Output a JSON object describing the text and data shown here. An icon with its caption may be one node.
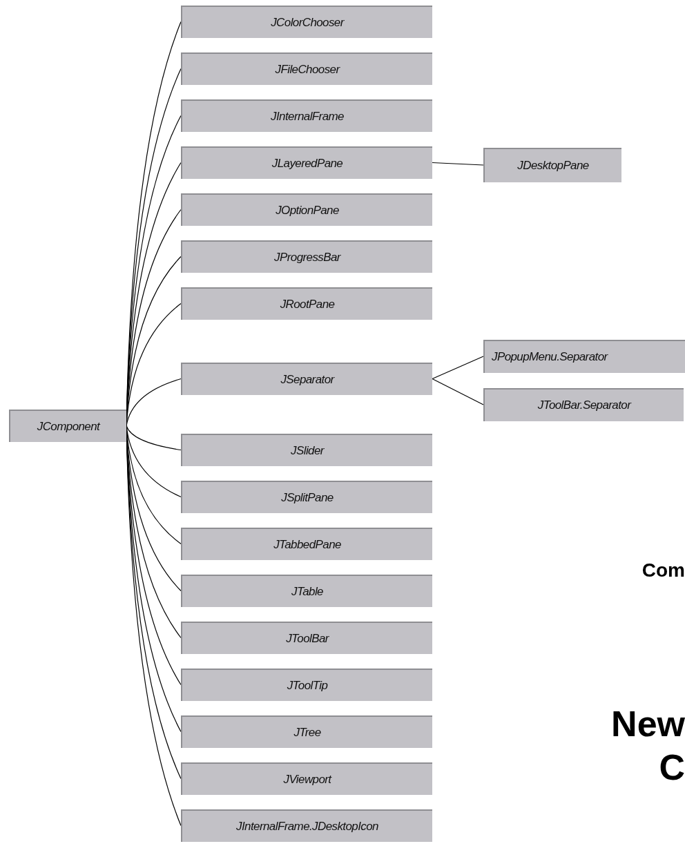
{
  "diagram": {
    "nodes": [
      {
        "text": [
          "JComponent"
        ]
      },
      {
        "text": [
          "JColorChooser"
        ]
      },
      {
        "text": [
          "JFileChooser"
        ]
      },
      {
        "text": [
          "JInternalFrame"
        ]
      },
      {
        "text": [
          "JLayeredPane"
        ]
      },
      {
        "text": [
          "JOptionPane"
        ]
      },
      {
        "text": [
          "JProgressBar"
        ]
      },
      {
        "text": [
          "JRootPane"
        ]
      },
      {
        "text": [
          "JSeparator"
        ]
      },
      {
        "text": [
          "JSlider"
        ]
      },
      {
        "text": [
          "JSplitPane"
        ]
      },
      {
        "text": [
          "JTabbedPane"
        ]
      },
      {
        "text": [
          "JTable"
        ]
      },
      {
        "text": [
          "JToolBar"
        ]
      },
      {
        "text": [
          "JToolTip"
        ]
      },
      {
        "text": [
          "JTree"
        ]
      },
      {
        "text": [
          "JViewport"
        ]
      },
      {
        "text": [
          "JInternalFrame.JDesktopIcon"
        ]
      },
      {
        "text": [
          "JDesktopPane"
        ]
      },
      {
        "text": [
          "JPopupMenu.Separator"
        ]
      },
      {
        "text": [
          "JToolBar.Separator"
        ]
      }
    ],
    "edges": [
      {
        "from": 0,
        "to": 1,
        "arrow": "none"
      },
      {
        "from": 0,
        "to": 2,
        "arrow": "none"
      },
      {
        "from": 0,
        "to": 3,
        "arrow": "none"
      },
      {
        "from": 0,
        "to": 4,
        "arrow": "none"
      },
      {
        "from": 0,
        "to": 5,
        "arrow": "none"
      },
      {
        "from": 0,
        "to": 6,
        "arrow": "none"
      },
      {
        "from": 0,
        "to": 7,
        "arrow": "none"
      },
      {
        "from": 0,
        "to": 8,
        "arrow": "none"
      },
      {
        "from": 0,
        "to": 9,
        "arrow": "none"
      },
      {
        "from": 0,
        "to": 10,
        "arrow": "none"
      },
      {
        "from": 0,
        "to": 11,
        "arrow": "none"
      },
      {
        "from": 0,
        "to": 12,
        "arrow": "none"
      },
      {
        "from": 0,
        "to": 13,
        "arrow": "none"
      },
      {
        "from": 0,
        "to": 14,
        "arrow": "none"
      },
      {
        "from": 0,
        "to": 15,
        "arrow": "none"
      },
      {
        "from": 0,
        "to": 16,
        "arrow": "none"
      },
      {
        "from": 0,
        "to": 17,
        "arrow": "none"
      },
      {
        "from": 4,
        "to": 18,
        "arrow": "none"
      },
      {
        "from": 8,
        "to": 19,
        "arrow": "none"
      },
      {
        "from": 8,
        "to": 20,
        "arrow": "none"
      }
    ],
    "labels": [
      "Com",
      "New",
      "C"
    ]
  }
}
